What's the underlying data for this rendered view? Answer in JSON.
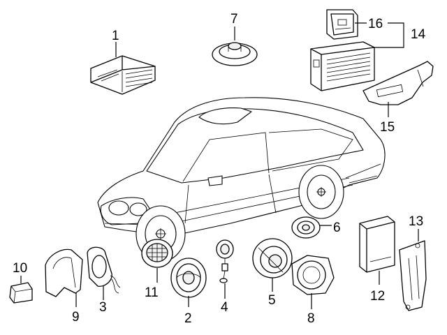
{
  "diagram": {
    "callouts": [
      {
        "id": "c1",
        "label": "1"
      },
      {
        "id": "c2",
        "label": "2"
      },
      {
        "id": "c3",
        "label": "3"
      },
      {
        "id": "c4",
        "label": "4"
      },
      {
        "id": "c5",
        "label": "5"
      },
      {
        "id": "c6",
        "label": "6"
      },
      {
        "id": "c7",
        "label": "7"
      },
      {
        "id": "c8",
        "label": "8"
      },
      {
        "id": "c9",
        "label": "9"
      },
      {
        "id": "c10",
        "label": "10"
      },
      {
        "id": "c11",
        "label": "11"
      },
      {
        "id": "c12",
        "label": "12"
      },
      {
        "id": "c13",
        "label": "13"
      },
      {
        "id": "c14",
        "label": "14"
      },
      {
        "id": "c15",
        "label": "15"
      },
      {
        "id": "c16",
        "label": "16"
      }
    ]
  }
}
